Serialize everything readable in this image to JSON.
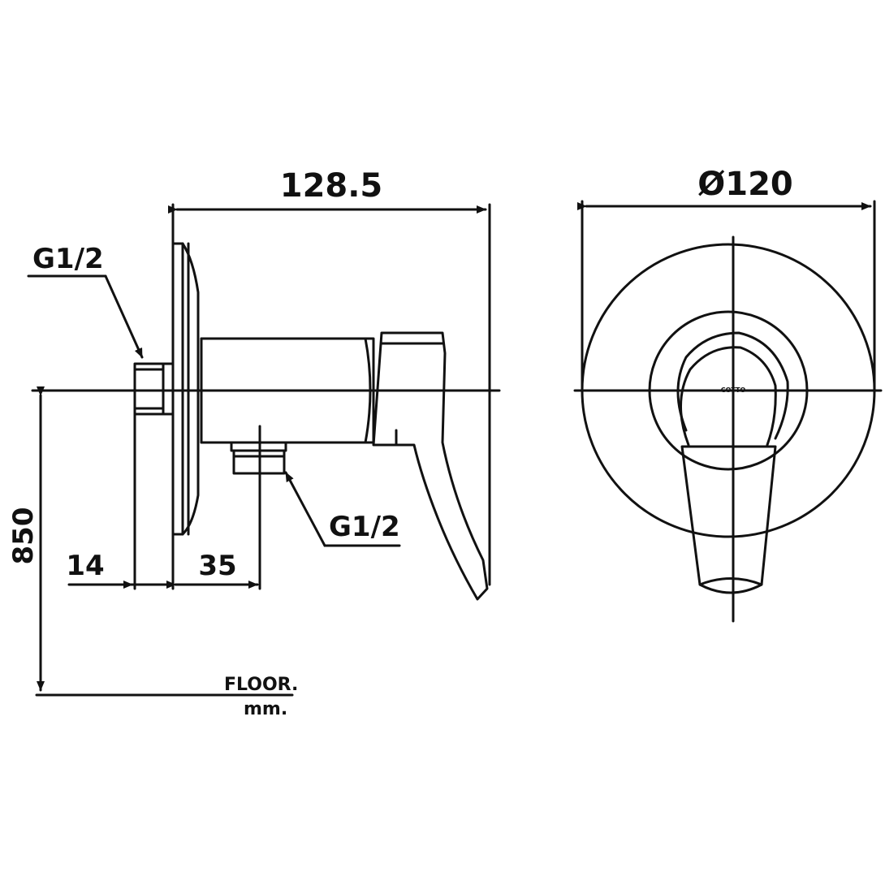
{
  "side_view": {
    "overall_depth": "128.5",
    "inlet_thread": "G1/2",
    "outlet_thread": "G1/2",
    "height_from_floor": "850",
    "wall_offset": "14",
    "outlet_offset": "35",
    "floor_label": "FLOOR.",
    "unit_label": "mm."
  },
  "front_view": {
    "diameter": "Ø120",
    "logo_text": "COTTO"
  },
  "line_color": "#111111"
}
